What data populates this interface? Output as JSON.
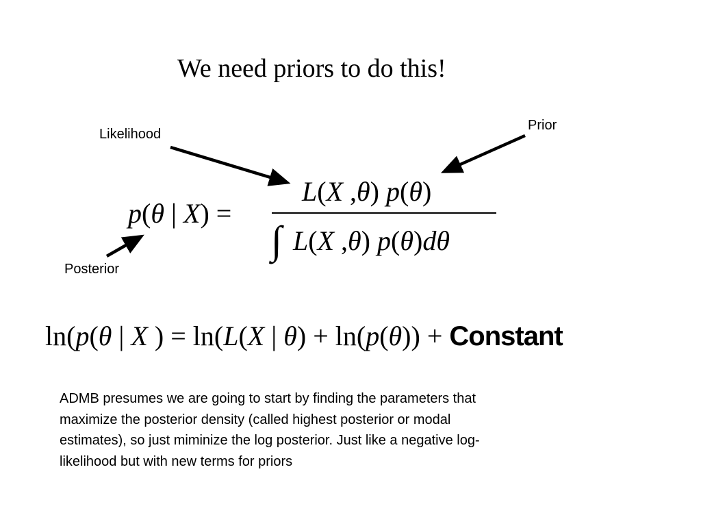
{
  "slide": {
    "title": "We need priors to do this!",
    "labels": {
      "likelihood": "Likelihood",
      "prior": "Prior",
      "posterior": "Posterior"
    },
    "bayes_equation": {
      "lhs": {
        "p": "p",
        "open": "(",
        "theta": "θ",
        "bar": " | ",
        "x": "X",
        "close": ") ="
      },
      "numerator": {
        "L": "L",
        "open": "(",
        "x": "X",
        "comma": " ,",
        "theta": "θ",
        "close_p": ") ",
        "p": "p",
        "theta2_open": "(",
        "theta2": "θ",
        "theta2_close": ")"
      },
      "denominator": {
        "integral": "∫",
        "L": "L",
        "open": "(",
        "x": "X",
        "comma": " ,",
        "theta": "θ",
        "close_p": ") ",
        "p": "p",
        "theta2_open": "(",
        "theta2": "θ",
        "theta2_close": ")",
        "d": "d",
        "dtheta": "θ"
      }
    },
    "log_equation": {
      "ln1": "ln(",
      "p1": "p",
      "open1": "(",
      "theta1": "θ",
      "bar1": " | ",
      "x1": "X",
      "close1": " ) = ln(",
      "L": "L",
      "open2": "(",
      "x2": "X",
      "bar2": " | ",
      "theta2": "θ",
      "close2": ") + ln(",
      "p3": "p",
      "open3": "(",
      "theta3": "θ",
      "close3": ")) + ",
      "constant": "Constant"
    },
    "body_lines": [
      "ADMB presumes we are going to start by finding the parameters that",
      "maximize the posterior density (called highest posterior or modal",
      "estimates), so just miminize the log posterior.  Just like a negative log-",
      "likelihood but with new terms for priors"
    ]
  }
}
